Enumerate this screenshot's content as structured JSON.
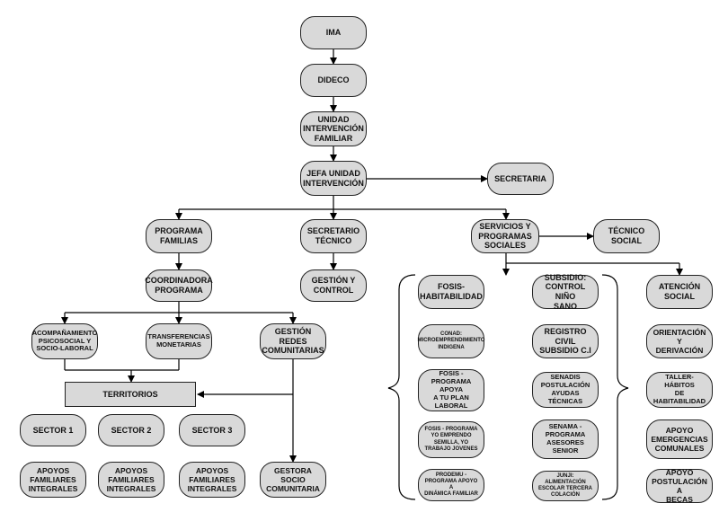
{
  "nodes": {
    "ima": "IMA",
    "dideco": "DIDECO",
    "unidad": "UNIDAD\nINTERVENCIÓN\nFAMILIAR",
    "jefa": "JEFA UNIDAD\nINTERVENCIÓN",
    "secretaria": "SECRETARIA",
    "programa_familias": "PROGRAMA\nFAMILIAS",
    "secretario_tecnico": "SECRETARIO\nTÉCNICO",
    "servicios": "SERVICIOS Y\nPROGRAMAS\nSOCIALES",
    "tecnico_social": "TÉCNICO\nSOCIAL",
    "coordinadora": "COORDINADORA\nPROGRAMA",
    "gestion_control": "GESTIÓN Y\nCONTROL",
    "acompanamiento": "ACOMPAÑAMIENTO\nPSICOSOCIAL  Y\nSOCIO-LABORAL",
    "transferencias": "TRANSFERENCIAS\nMONETARIAS",
    "gestion_redes": "GESTIÓN REDES\nCOMUNITARIAS",
    "territorios": "TERRITORIOS",
    "sector1": "SECTOR 1",
    "sector2": "SECTOR 2",
    "sector3": "SECTOR 3",
    "apoyos1": "APOYOS\nFAMILIARES\nINTEGRALES",
    "apoyos2": "APOYOS\nFAMILIARES\nINTEGRALES",
    "apoyos3": "APOYOS\nFAMILIARES\nINTEGRALES",
    "gestora": "GESTORA\nSOCIO\nCOMUNITARIA",
    "fosis_hab": "FOSIS-\nHABITABILIDAD",
    "conad": "CONAD:\nMICROEMPRENDIMIENTO\nINDIGENA",
    "fosis_laboral": "FOSIS -\nPROGRAMA APOYA\nA TU PLAN\nLABORAL",
    "fosis_emprendo": "FOSIS - PROGRAMA\nYO EMPRENDO\nSEMILLA, YO\nTRABAJO JOVENES",
    "prodemu": "PRODEMU -\nPROGRAMA APOYO A\nDINÁMICA FAMILIAR",
    "subsidio": "SUBSIDIO:\nCONTROL NIÑO\nSANO",
    "registro": "REGISTRO CIVIL\nSUBSIDIO C.I",
    "senadis": "SENADIS\nPOSTULACIÓN\nAYUDAS TÉCNICAS",
    "senama": "SENAMA -\nPROGRAMA\nASESORES\nSENIOR",
    "junji": "JUNJI: ALIMENTACIÓN\nESCOLAR TERCERA\nCOLACIÓN",
    "atencion": "ATENCIÓN\nSOCIAL",
    "orientacion": "ORIENTACIÓN Y\nDERIVACIÓN",
    "taller": "TALLER-HÁBITOS\nDE HABITABILIDAD",
    "apoyo_emergencias": "APOYO\nEMERGENCIAS\nCOMUNALES",
    "apoyo_becas": "APOYO\nPOSTULACIÓN A\nBECAS"
  }
}
